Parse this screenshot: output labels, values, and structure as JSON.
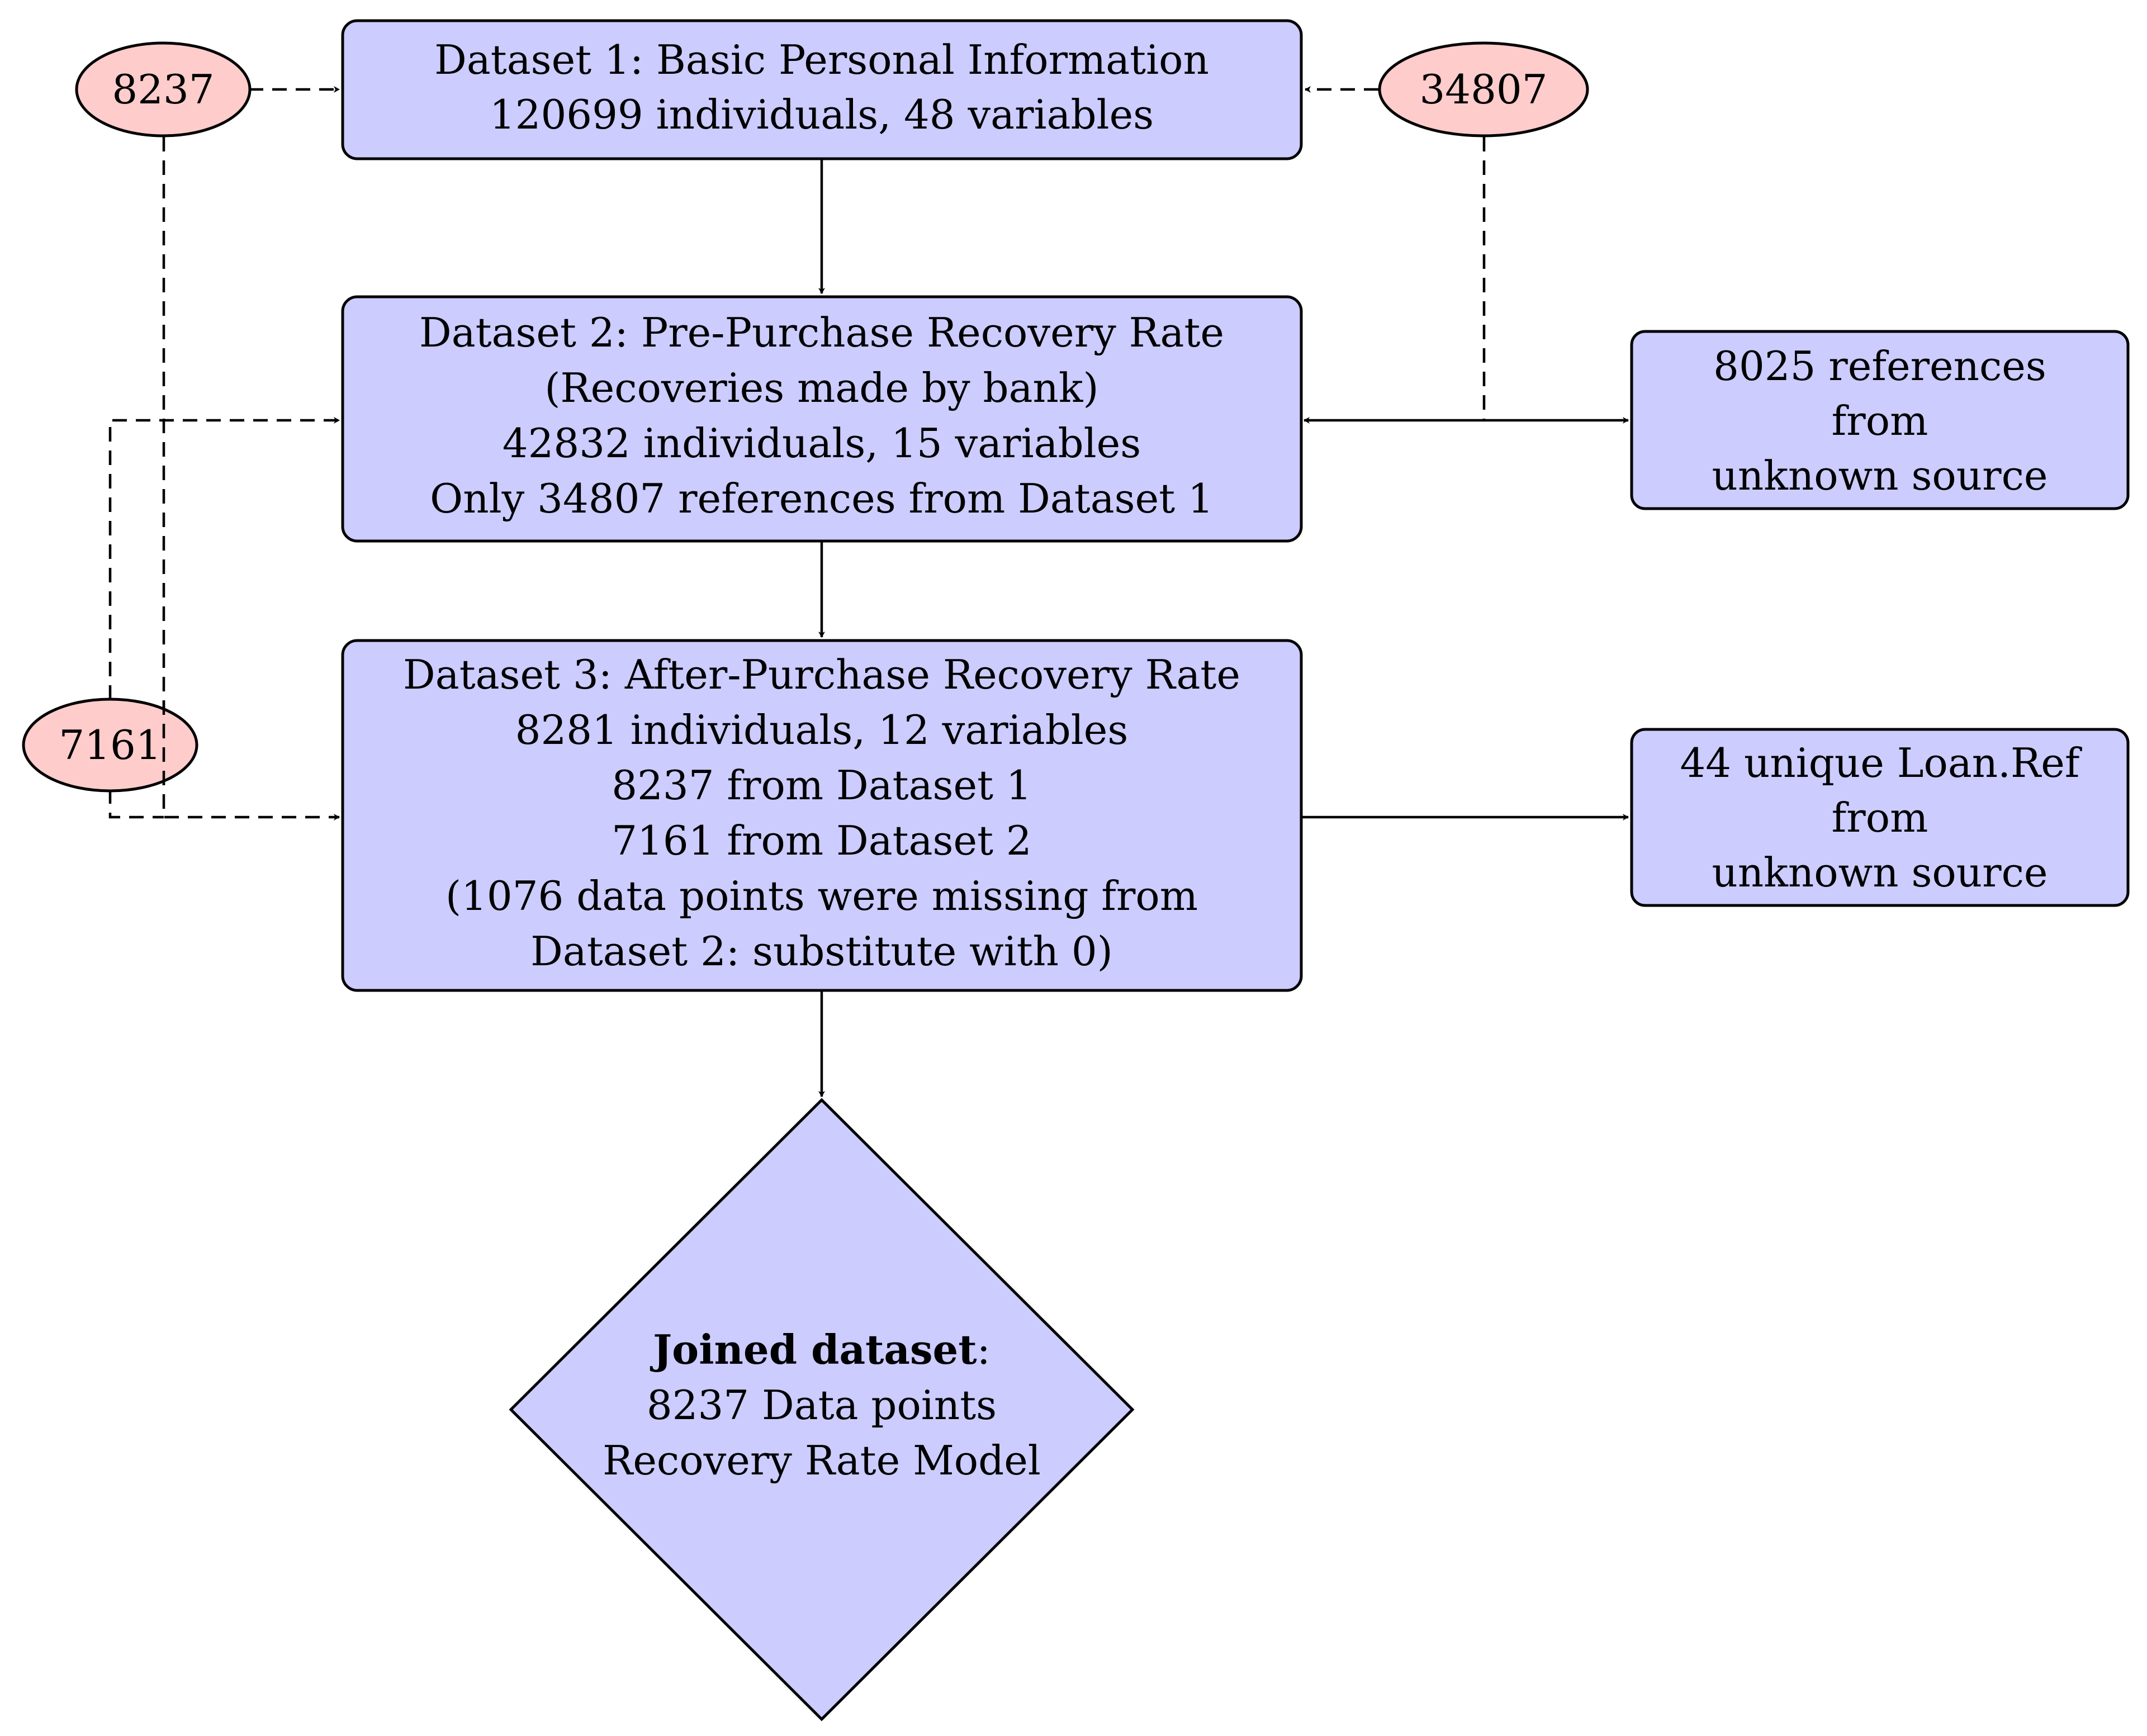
{
  "colors": {
    "box_fill": "#ccccff",
    "ellipse_fill": "#ffcccc",
    "stroke": "#000000"
  },
  "nodes": {
    "dataset1": {
      "line1": "Dataset 1: Basic Personal Information",
      "line2": "120699 individuals, 48 variables"
    },
    "dataset2": {
      "line1": "Dataset 2: Pre-Purchase Recovery Rate",
      "line2": "(Recoveries made by bank)",
      "line3": "42832 individuals, 15 variables",
      "line4": "Only 34807 references from Dataset 1"
    },
    "dataset3": {
      "line1": "Dataset 3: After-Purchase Recovery Rate",
      "line2": "8281 individuals, 12 variables",
      "line3": "8237 from Dataset 1",
      "line4": "7161 from Dataset 2",
      "line5": "(1076 data points were missing from",
      "line6": "Dataset 2: substitute with 0)"
    },
    "unknown1": {
      "line1": "8025 references",
      "line2": "from",
      "line3": "unknown source"
    },
    "unknown2": {
      "line1": "44 unique Loan.Ref",
      "line2": "from",
      "line3": "unknown source"
    },
    "joined": {
      "title": "Joined dataset",
      "title_suffix": ":",
      "line2": "8237 Data points",
      "line3": "Recovery Rate Model"
    },
    "count_8237": {
      "label": "8237"
    },
    "count_34807": {
      "label": "34807"
    },
    "count_7161": {
      "label": "7161"
    }
  }
}
